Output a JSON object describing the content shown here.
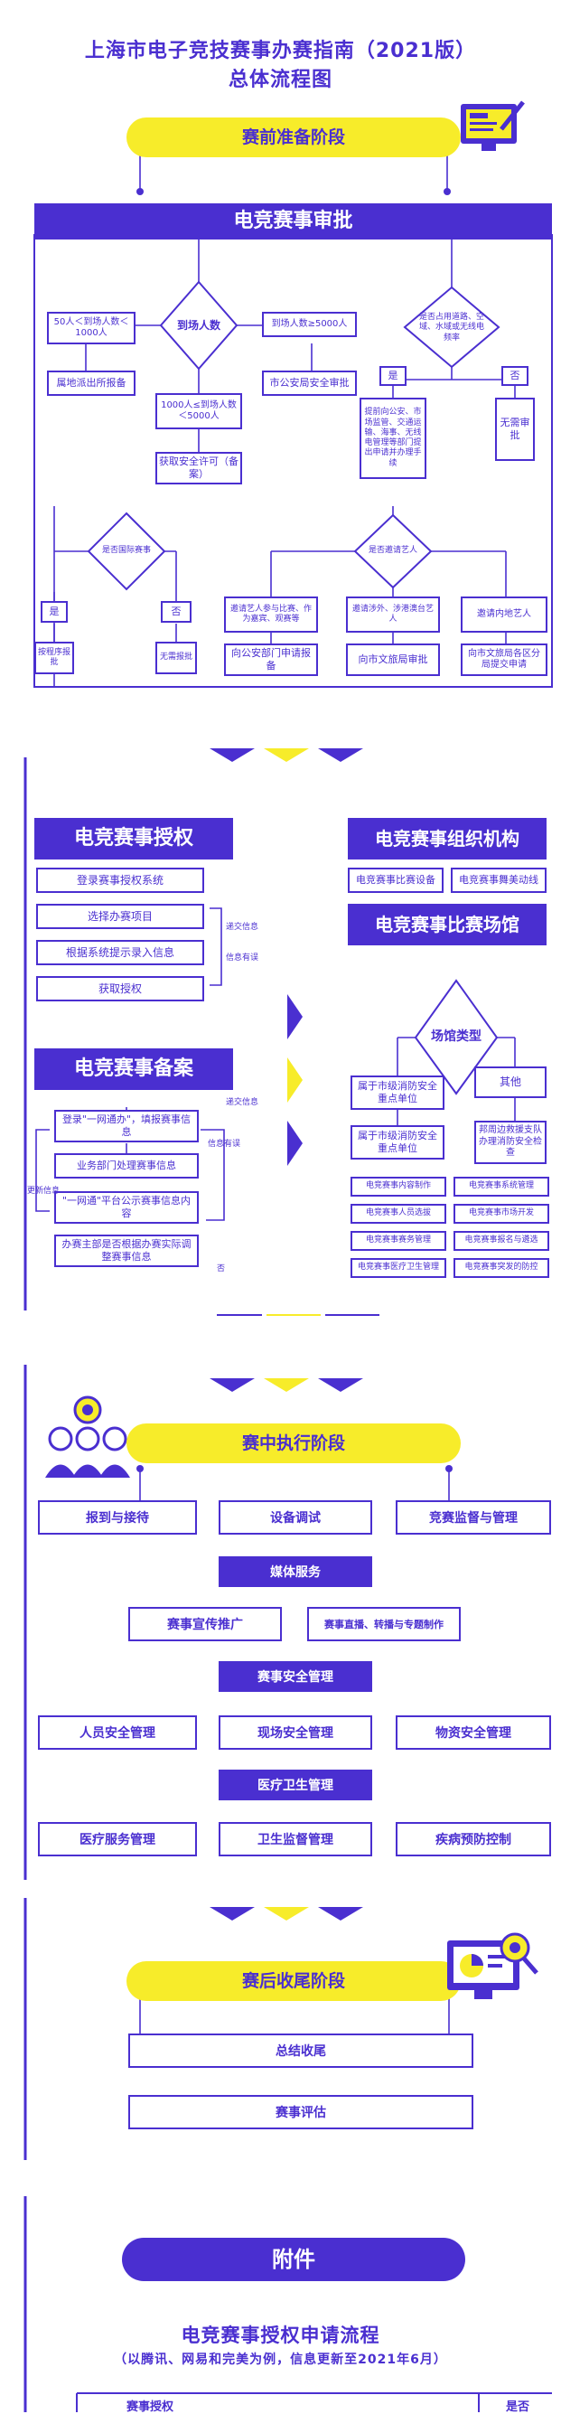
{
  "header": {
    "title_line1": "上海市电子竞技赛事办赛指南（2021版）",
    "title_line2": "总体流程图"
  },
  "stage1": {
    "label": "赛前准备阶段",
    "approval_title": "电竞赛事审批",
    "diamond_people": "到场人数",
    "branch_50_1000": "50人＜到场人数＜1000人",
    "box_police_station": "属地派出所报备",
    "branch_1000_5000": "1000人≤到场人数＜5000人",
    "box_safety_permit": "获取安全许可（备案）",
    "branch_5000": "到场人数≥5000人",
    "box_city_police": "市公安局安全审批",
    "diamond_venue": "是否占用道路、空域、水域或无线电频率",
    "yes": "是",
    "no": "否",
    "box_relevant_depts": "提前向公安、市场监管、交通运输、海事、无线电管理等部门提出申请并办理手续",
    "box_no_approval": "无需审批",
    "diamond_foreign": "是否国际赛事",
    "foreign_yes": "是",
    "foreign_no": "否",
    "box_process": "按程序报批",
    "box_no_report": "无需报批",
    "diamond_artist": "是否邀请艺人",
    "artist_1": "邀请艺人参与比赛、作为嘉宾、观赛等",
    "artist_2": "邀请涉外、涉港澳台艺人",
    "artist_3": "邀请内地艺人",
    "artist_box_1": "向公安部门申请报备",
    "artist_box_2": "向市文旅局审批",
    "artist_box_3": "向市文旅局各区分局提交申请"
  },
  "stage2": {
    "auth_title": "电竞赛事授权",
    "auth_steps": [
      "登录赛事授权系统",
      "选择办赛项目",
      "根据系统提示录入信息",
      "获取授权"
    ],
    "auth_side_1": "递交信息",
    "auth_side_2": "信息有误",
    "filing_title": "电竞赛事备案",
    "filing_steps": [
      "登录\"一网通办\"，填报赛事信息",
      "业务部门处理赛事信息",
      "\"一网通\"平台公示赛事信息内容",
      "办赛主部是否根据办赛实际调整赛事信息"
    ],
    "filing_side_1": "递交信息",
    "filing_side_2": "信息有误",
    "filing_side_3": "更新信息",
    "filing_side_4": "否",
    "org_title": "电竞赛事组织机构",
    "org_items": [
      "电竞赛事比赛设备",
      "电竞赛事舞美动线"
    ],
    "venue_title": "电竞赛事比赛场馆",
    "venue_diamond": "场馆类型",
    "venue_a": "属于市级消防安全重点单位",
    "venue_b": "属于市级消防安全重点单位",
    "venue_other": "其他",
    "venue_c": "邦周边救援支队办理消防安全检查",
    "venue_items": [
      "电竞赛事内容制作",
      "电竞赛事系统管理",
      "电竞赛事人员选拔",
      "电竞赛事市场开发",
      "电竞赛事赛务管理",
      "电竞赛事报名与遴选",
      "电竞赛事医疗卫生管理",
      "电竞赛事突发的防控"
    ]
  },
  "stage3": {
    "label": "赛中执行阶段",
    "top_items": [
      "报到与接待",
      "设备调试",
      "竞赛监督与管理"
    ],
    "media_title": "媒体服务",
    "media_items": [
      "赛事宣传推广",
      "赛事直播、转播与专题制作"
    ],
    "safety_title": "赛事安全管理",
    "safety_items": [
      "人员安全管理",
      "现场安全管理",
      "物资安全管理"
    ],
    "medical_title": "医疗卫生管理",
    "medical_items": [
      "医疗服务管理",
      "卫生监督管理",
      "疾病预防控制"
    ]
  },
  "stage4": {
    "label": "赛后收尾阶段",
    "items": [
      "总结收尾",
      "赛事评估"
    ]
  },
  "appendix": {
    "label": "附件",
    "title": "电竞赛事授权申请流程",
    "subtitle": "（以腾讯、网易和完美为例，信息更新至2021年6月）",
    "table_col1": "赛事授权",
    "table_col2": "是否"
  },
  "colors": {
    "accent": "#4a2fd0",
    "highlight": "#f7ec2a"
  }
}
